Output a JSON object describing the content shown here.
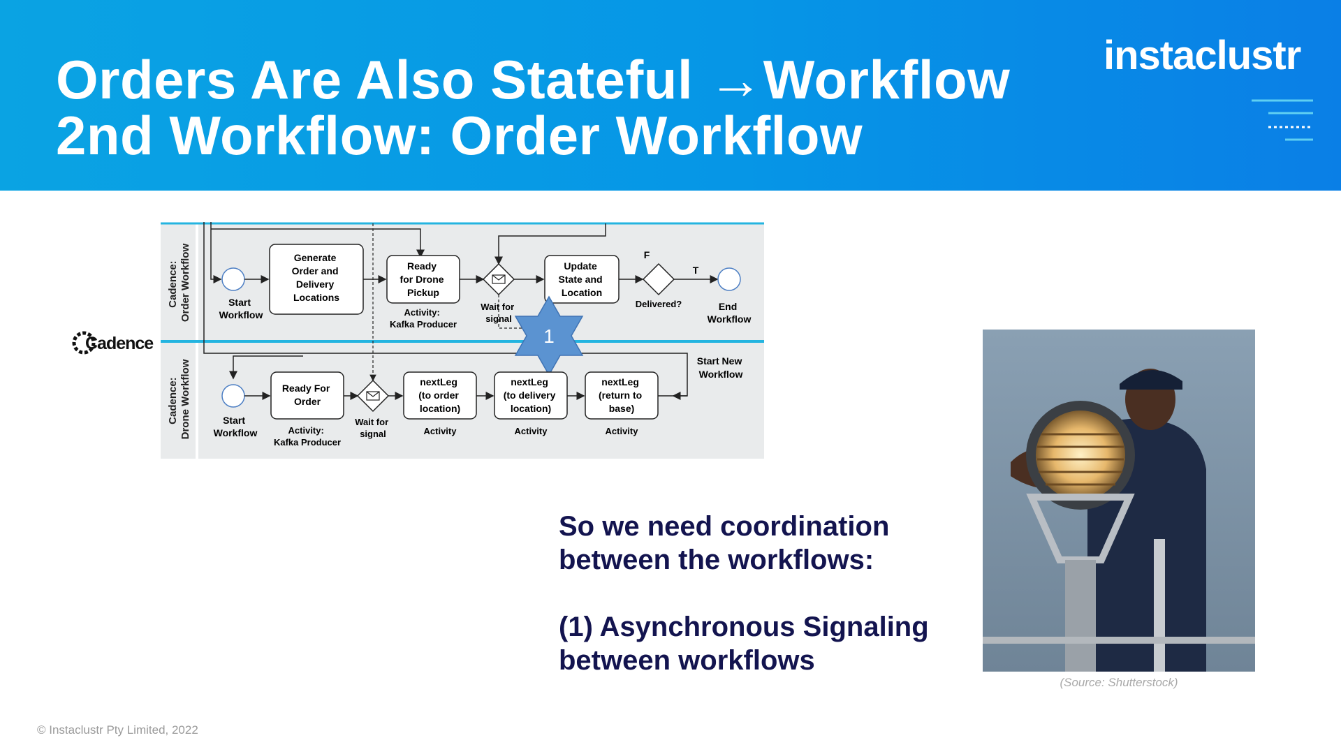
{
  "slide": {
    "title_line1": "Orders Are Also Stateful →Workflow",
    "title_line2": "2nd Workflow: Order Workflow",
    "logo": "instaclustr",
    "footer": "© Instaclustr Pty Limited, 2022"
  },
  "diagram": {
    "cadence_logo": "Cadence",
    "lane_order": [
      "Cadence:",
      "Order Workflow"
    ],
    "lane_drone": [
      "Cadence:",
      "Drone Workflow"
    ],
    "order": {
      "start": [
        "Start",
        "Workflow"
      ],
      "generate": [
        "Generate",
        "Order and",
        "Delivery",
        "Locations"
      ],
      "ready_pickup": [
        "Ready",
        "for Drone",
        "Pickup"
      ],
      "ready_pickup_activity": [
        "Activity:",
        "Kafka Producer"
      ],
      "wait": [
        "Wait for",
        "signal"
      ],
      "update": [
        "Update",
        "State and",
        "Location"
      ],
      "gateway": "Delivered?",
      "flag_false": "F",
      "flag_true": "T",
      "end": [
        "End",
        "Workflow"
      ]
    },
    "drone": {
      "start": [
        "Start",
        "Workflow"
      ],
      "ready_order": [
        "Ready For",
        "Order"
      ],
      "ready_order_activity": [
        "Activity:",
        "Kafka Producer"
      ],
      "wait": [
        "Wait for",
        "signal"
      ],
      "leg1": [
        "nextLeg",
        "(to order",
        "location)"
      ],
      "leg2": [
        "nextLeg",
        "(to delivery",
        "location)"
      ],
      "leg3": [
        "nextLeg",
        "(return to",
        "base)"
      ],
      "activity": "Activity",
      "start_new": [
        "Start New",
        "Workflow"
      ]
    },
    "star_label": "1"
  },
  "body": {
    "line1": "So we need coordination",
    "line2": "between the workflows:",
    "line3": "(1) Asynchronous Signaling",
    "line4": "between workflows"
  },
  "photo": {
    "caption": "(Source: Shutterstock)"
  },
  "colors": {
    "header": "#0696e6",
    "accent_line": "#24b4e0",
    "lane_bg": "#e9ebec",
    "star": "#5b93d1",
    "body_text": "#13144f"
  }
}
